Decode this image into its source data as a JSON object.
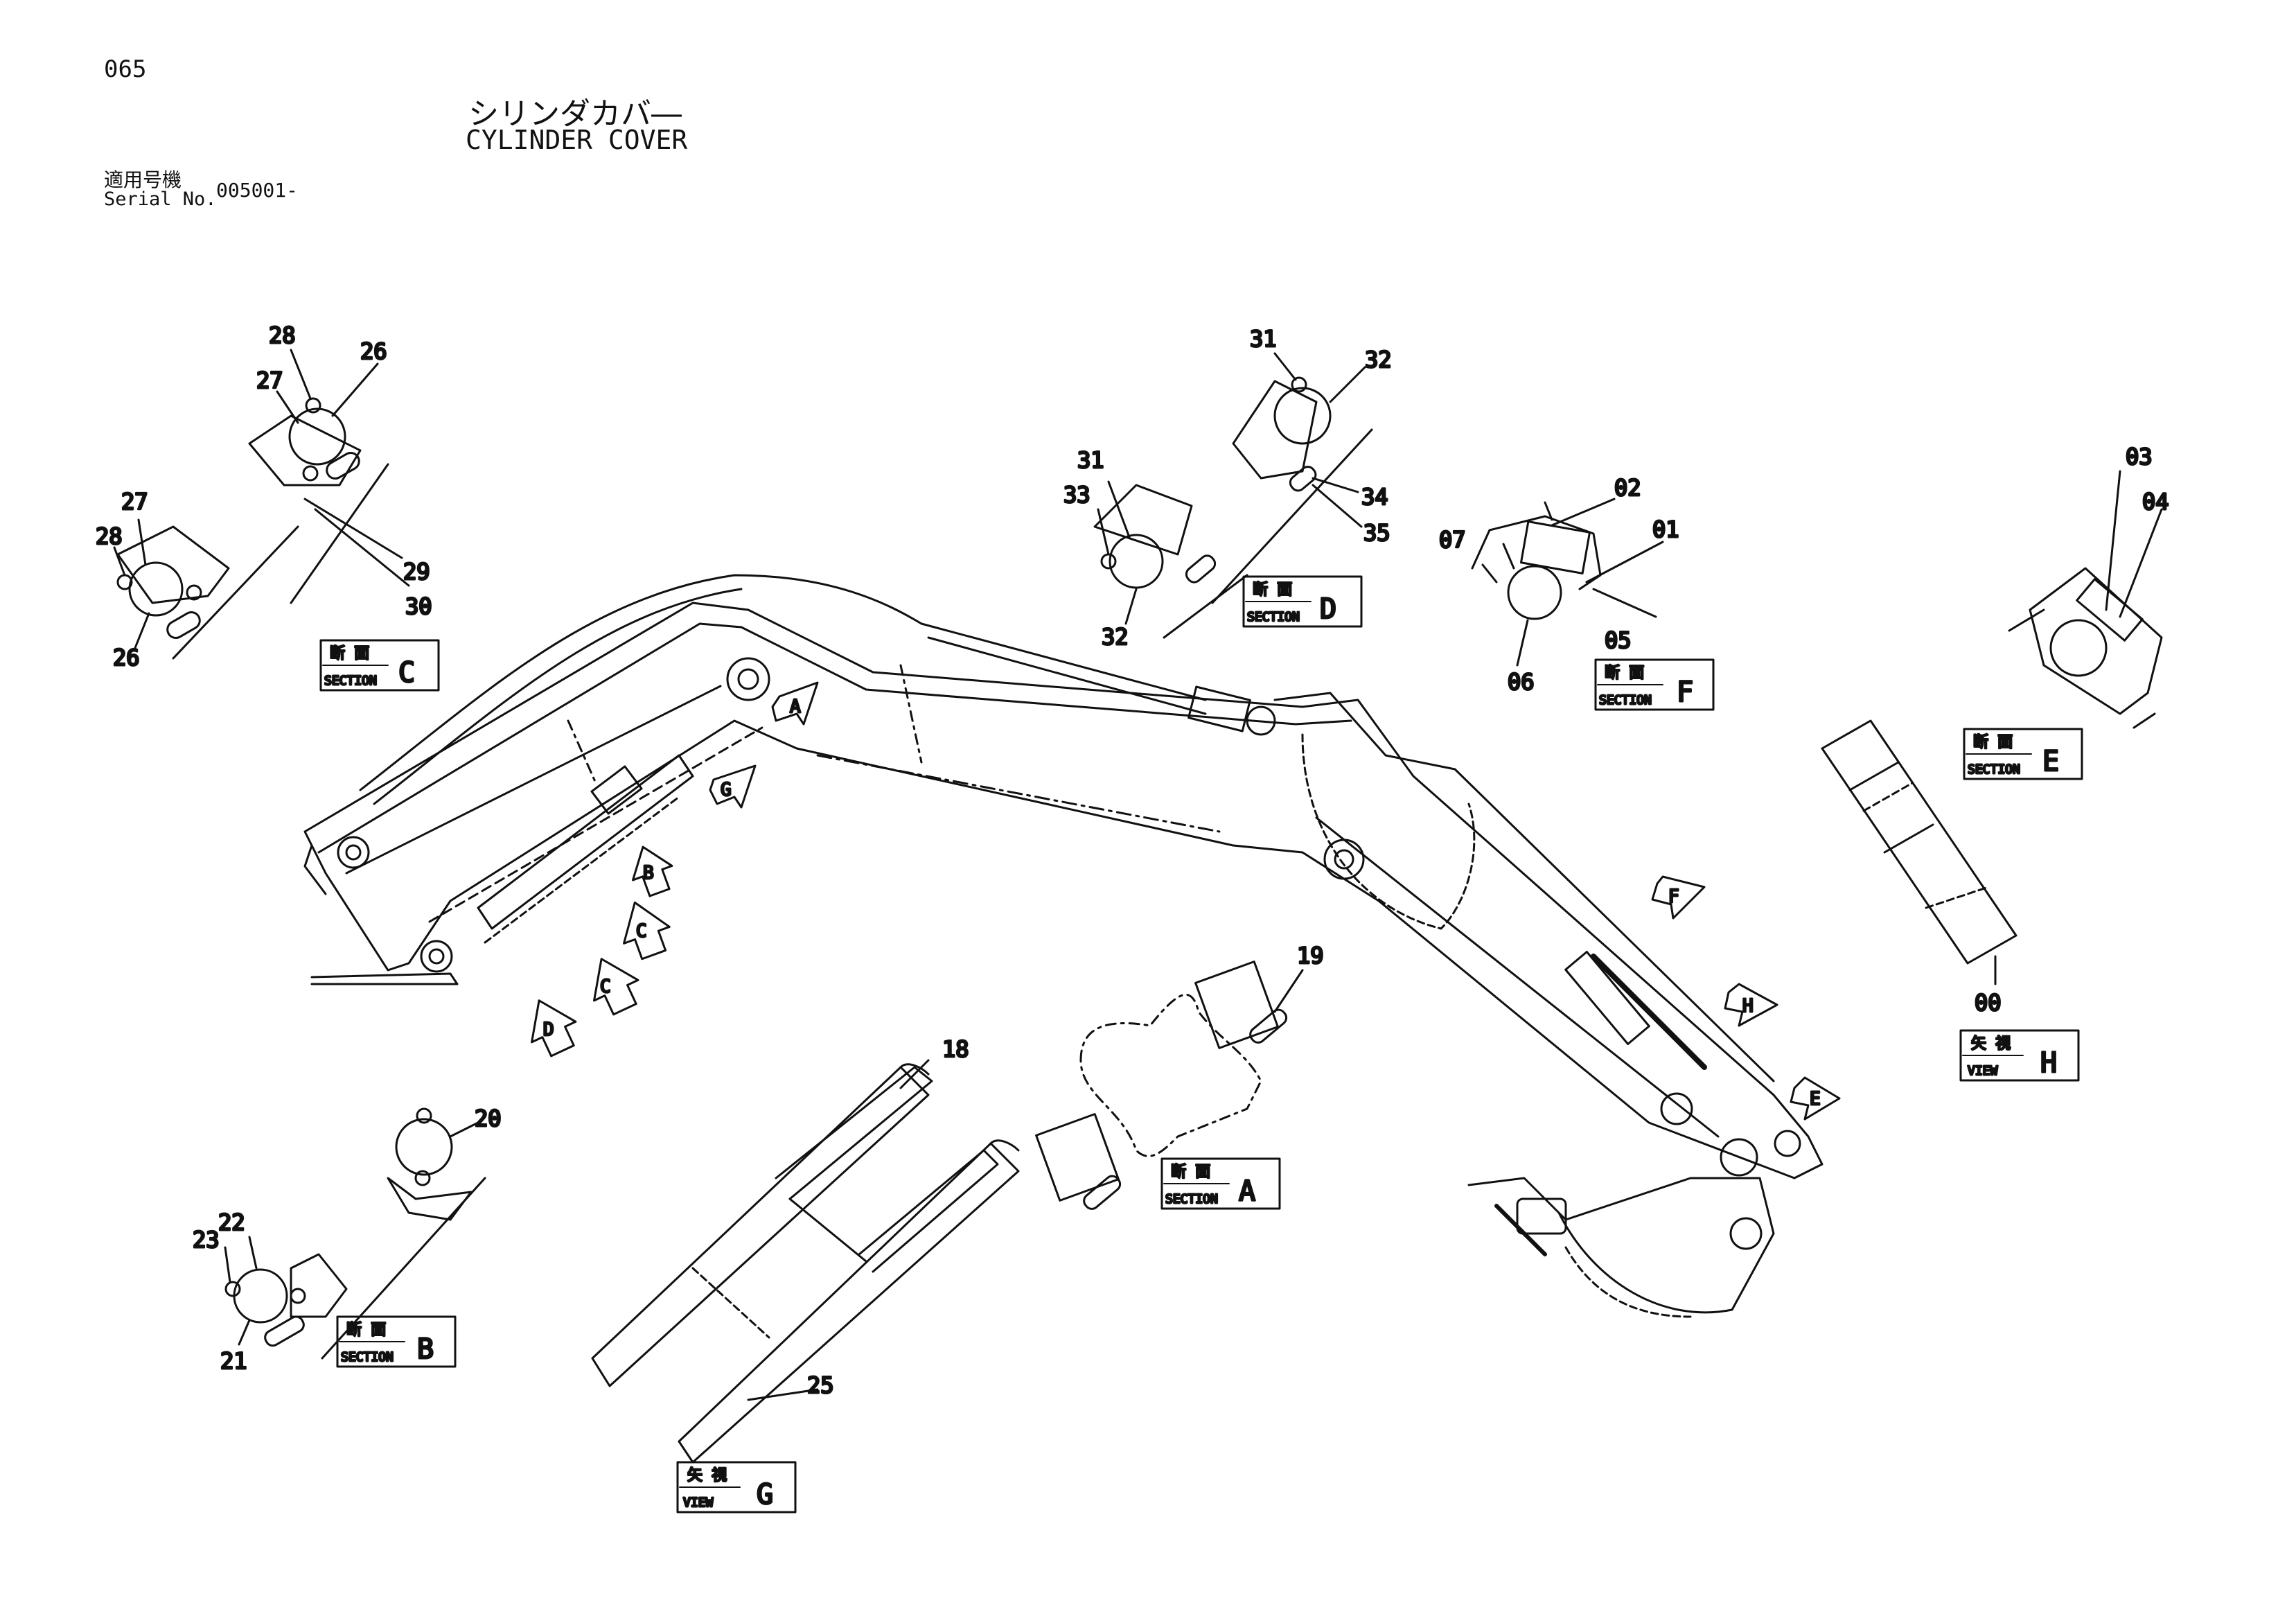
{
  "header": {
    "page_number": "065",
    "title_jp": "シリンダカバ―",
    "title_en": "CYLINDER COVER",
    "serial_label_jp": "適用号機",
    "serial_label_en": "Serial No.",
    "serial_value": "005001-"
  },
  "boxes": {
    "jp_section": "断 面",
    "en_section": "SECTION",
    "jp_view": "矢 視",
    "en_view": "VIEW",
    "letters": {
      "A": "A",
      "B": "B",
      "C": "C",
      "D": "D",
      "E": "E",
      "F": "F",
      "G": "G",
      "H": "H"
    }
  },
  "arrows": {
    "A": "A",
    "B": "B",
    "C1": "C",
    "C2": "C",
    "D": "D",
    "E": "E",
    "F": "F",
    "G": "G",
    "H": "H"
  },
  "parts": {
    "p28a": "28",
    "p26a": "26",
    "p27a": "27",
    "p27b": "27",
    "p28b": "28",
    "p26b": "26",
    "p29": "29",
    "p30": "30",
    "p31a": "31",
    "p32a": "32",
    "p34": "34",
    "p35": "35",
    "p31b": "31",
    "p33": "33",
    "p32b": "32",
    "p02": "02",
    "p07": "07",
    "p01": "01",
    "p05": "05",
    "p06": "06",
    "p03": "03",
    "p04": "04",
    "p00": "00",
    "p19": "19",
    "p18": "18",
    "p25": "25",
    "p20": "20",
    "p22": "22",
    "p23": "23",
    "p21": "21"
  },
  "colors": {
    "ink": "#111111",
    "paper": "#ffffff"
  }
}
